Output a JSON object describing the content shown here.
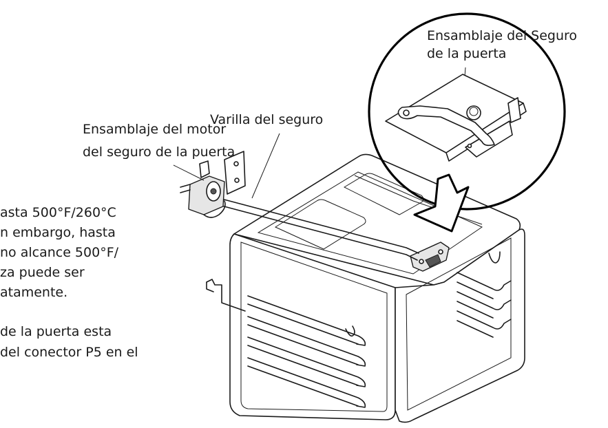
{
  "labels": {
    "door_lock_assembly": [
      "Ensamblaje del Seguro",
      "de la puerta"
    ],
    "lock_rod": "Varilla del seguro",
    "door_lock_motor_assembly": [
      "Ensamblaje del motor",
      "del seguro de la puerta"
    ]
  },
  "body_text": {
    "paragraph_1": [
      "asta 500°F/260°C",
      "n embargo, hasta",
      "no alcance 500°F/",
      "za puede ser",
      "atamente."
    ],
    "paragraph_2": [
      "de la puerta esta",
      "del conector P5 en el"
    ]
  }
}
